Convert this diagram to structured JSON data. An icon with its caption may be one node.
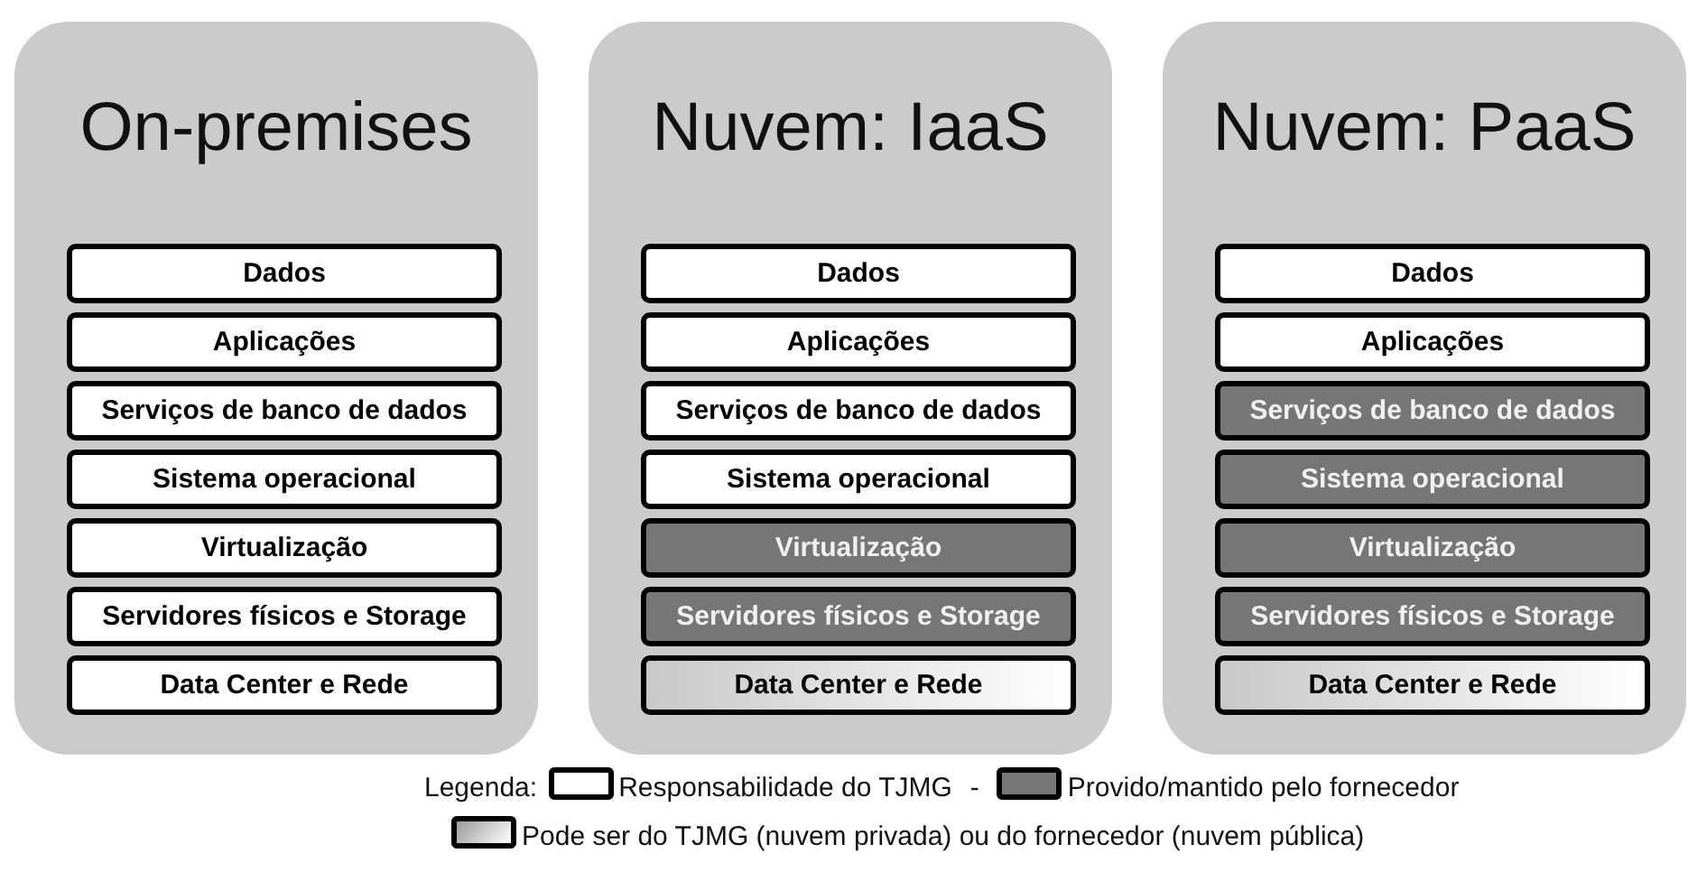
{
  "diagram": {
    "nodes": [
      {
        "text": [
          "On-premises"
        ]
      },
      {
        "text": [
          "Dados"
        ],
        "in": 0
      },
      {
        "text": [
          "Aplicações"
        ],
        "in": 0
      },
      {
        "text": [
          "Serviços de banco de dados"
        ],
        "in": 0
      },
      {
        "text": [
          "Sistema operacional"
        ],
        "in": 0
      },
      {
        "text": [
          "Virtualização"
        ],
        "in": 0
      },
      {
        "text": [
          "Servidores físicos e Storage"
        ],
        "in": 0
      },
      {
        "text": [
          "Data Center e Rede"
        ],
        "in": 0
      },
      {
        "text": [
          "Nuvem: IaaS"
        ]
      },
      {
        "text": [
          "Dados"
        ],
        "in": 8
      },
      {
        "text": [
          "Aplicações"
        ],
        "in": 8
      },
      {
        "text": [
          "Serviços de banco de dados"
        ],
        "in": 8
      },
      {
        "text": [
          "Sistema operacional"
        ],
        "in": 8
      },
      {
        "text": [
          "Virtualização"
        ],
        "in": 8
      },
      {
        "text": [
          "Servidores físicos e Storage"
        ],
        "in": 8
      },
      {
        "text": [
          "Data Center e Rede"
        ],
        "in": 8
      },
      {
        "text": [
          "Nuvem: PaaS"
        ]
      },
      {
        "text": [
          "Dados"
        ],
        "in": 16
      },
      {
        "text": [
          "Aplicações"
        ],
        "in": 16
      },
      {
        "text": [
          "Serviços de banco de dados"
        ],
        "in": 16
      },
      {
        "text": [
          "Sistema operacional"
        ],
        "in": 16
      },
      {
        "text": [
          "Virtualização"
        ],
        "in": 16
      },
      {
        "text": [
          "Servidores físicos e Storage"
        ],
        "in": 16
      },
      {
        "text": [
          "Data Center e Rede"
        ],
        "in": 16
      }
    ],
    "labels": [
      "Legenda:",
      "-"
    ],
    "legend": [
      {
        "text": "Responsabilidade do TJMG",
        "color": "#ffffff"
      },
      {
        "text": "Provido/mantido pelo fornecedor",
        "color": "#767676"
      },
      {
        "text": "Pode ser do TJMG (nuvem privada) ou do fornecedor (nuvem pública)"
      }
    ]
  }
}
